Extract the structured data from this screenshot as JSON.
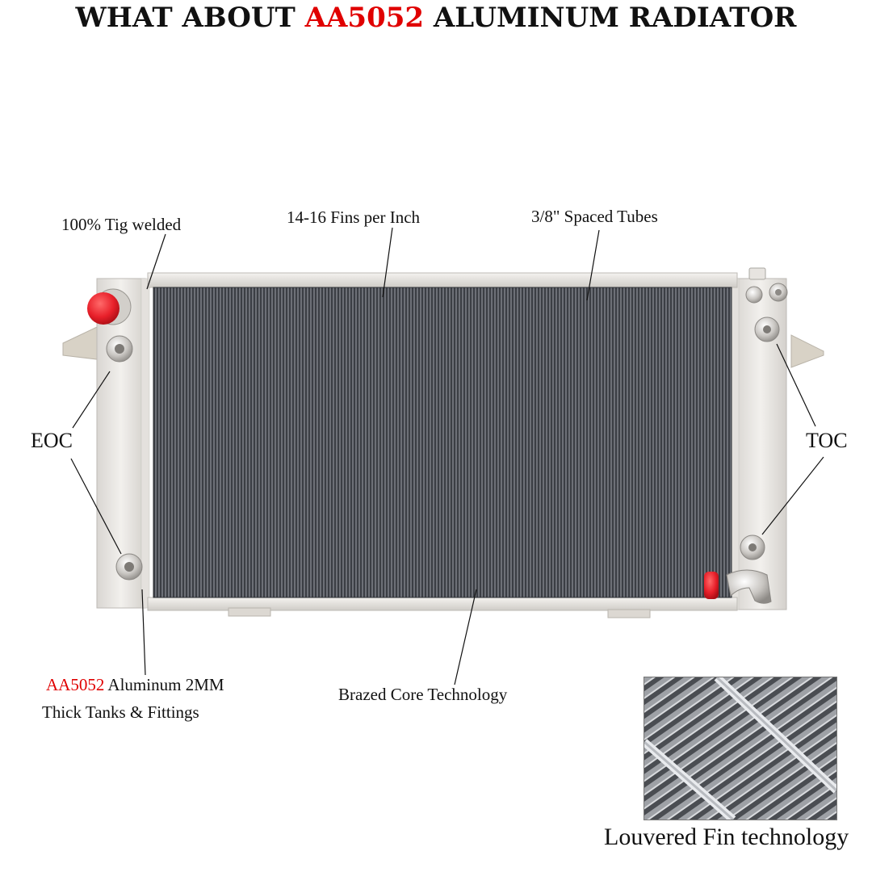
{
  "title": {
    "part1": "WHAT ABOUT ",
    "highlight": "AA5052",
    "part2": " ALUMINUM RADIATOR",
    "highlight_color": "#e00000"
  },
  "labels": {
    "tig_welded": "100% Tig welded",
    "fins_per_inch": "14-16 Fins per Inch",
    "spaced_tubes": "3/8\" Spaced Tubes",
    "eoc": "EOC",
    "toc": "TOC",
    "tanks_highlight": "AA5052",
    "tanks_line1_rest": " Aluminum 2MM",
    "tanks_line2": "Thick Tanks & Fittings",
    "brazed_core": "Brazed Core Technology",
    "louvered_fin": "Louvered Fin technology"
  },
  "colors": {
    "cap_red": "#e8202a",
    "aluminum": "#e9e6e2",
    "core_dark": "#3a3d42"
  },
  "icons": {
    "radiator_cap": "radiator-cap-icon",
    "fitting": "hose-fitting-icon"
  }
}
